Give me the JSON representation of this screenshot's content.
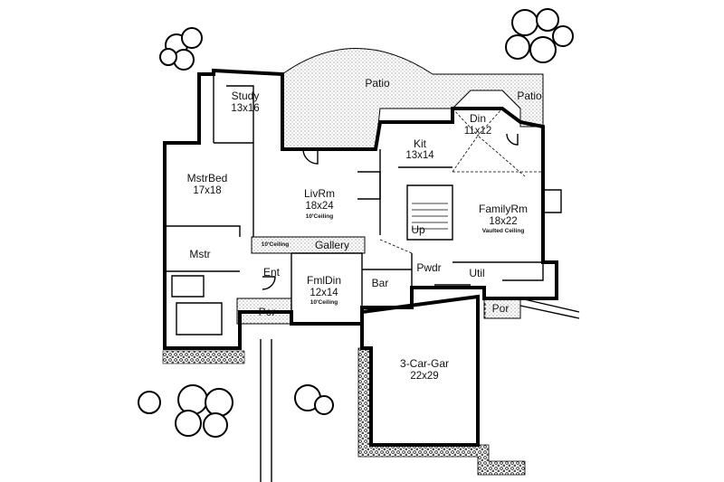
{
  "rooms": {
    "patio_main": "Patio",
    "patio_right": "Patio",
    "study": {
      "name": "Study",
      "size": "13x16"
    },
    "din": {
      "name": "Din",
      "size": "11x12"
    },
    "kit": {
      "name": "Kit",
      "size": "13x14"
    },
    "mstrbed": {
      "name": "MstrBed",
      "size": "17x18"
    },
    "livrm": {
      "name": "LivRm",
      "size": "18x24",
      "note": "10'Ceiling"
    },
    "familyrm": {
      "name": "FamilyRm",
      "size": "18x22",
      "note": "Vaulted Ceiling"
    },
    "gallery": {
      "name": "Gallery",
      "note": "10'Ceiling"
    },
    "mstr": "Mstr",
    "up": "Up",
    "ent": "Ent",
    "fmldin": {
      "name": "FmlDin",
      "size": "12x14",
      "note": "10'Ceiling"
    },
    "pwdr": "Pwdr",
    "util": "Util",
    "bar": "Bar",
    "por_left": "Por",
    "por_right": "Por",
    "garage": {
      "name": "3-Car-Gar",
      "size": "22x29"
    }
  }
}
